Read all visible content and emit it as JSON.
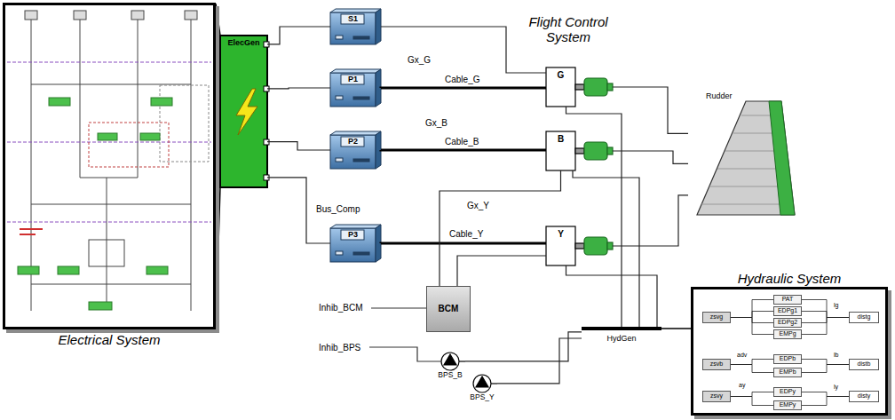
{
  "diagram": {
    "nodes": [
      {
        "text": [
          "Electrical System"
        ]
      },
      {
        "text": [
          "ElecGen"
        ]
      },
      {
        "text": [
          "S1"
        ]
      },
      {
        "text": [
          "P1"
        ]
      },
      {
        "text": [
          "P2"
        ]
      },
      {
        "text": [
          "P3"
        ]
      },
      {
        "text": [
          "G"
        ]
      },
      {
        "text": [
          "B"
        ]
      },
      {
        "text": [
          "Y"
        ]
      },
      {
        "text": [
          "Rudder"
        ]
      },
      {
        "text": [
          "BCM"
        ]
      },
      {
        "text": [
          "BPS_B"
        ]
      },
      {
        "text": [
          "BPS_Y"
        ]
      },
      {
        "text": [
          "HydGen"
        ]
      },
      {
        "text": [
          "Hydraulic System"
        ]
      },
      {
        "text": [
          "zsvg"
        ],
        "in": 14
      },
      {
        "text": [
          "PAT"
        ],
        "in": 14
      },
      {
        "text": [
          "EDPg1"
        ],
        "in": 14
      },
      {
        "text": [
          "EDPg2"
        ],
        "in": 14
      },
      {
        "text": [
          "EMPg"
        ],
        "in": 14
      },
      {
        "text": [
          "distg"
        ],
        "in": 14
      },
      {
        "text": [
          "zsvb"
        ],
        "in": 14
      },
      {
        "text": [
          "EDPb"
        ],
        "in": 14
      },
      {
        "text": [
          "EMPb"
        ],
        "in": 14
      },
      {
        "text": [
          "distb"
        ],
        "in": 14
      },
      {
        "text": [
          "zsvy"
        ],
        "in": 14
      },
      {
        "text": [
          "EDPy"
        ],
        "in": 14
      },
      {
        "text": [
          "EMPy"
        ],
        "in": 14
      },
      {
        "text": [
          "disty"
        ],
        "in": 14
      }
    ],
    "edges": [
      {
        "from": 1,
        "to": 2,
        "arrow": "none"
      },
      {
        "from": 1,
        "to": 3,
        "arrow": "none"
      },
      {
        "from": 1,
        "to": 4,
        "arrow": "none"
      },
      {
        "from": 1,
        "to": 5,
        "arrow": "none"
      },
      {
        "from": 2,
        "to": 6,
        "arrow": "none"
      },
      {
        "from": 3,
        "to": 6,
        "arrow": "none"
      },
      {
        "from": 4,
        "to": 7,
        "arrow": "none"
      },
      {
        "from": 5,
        "to": 8,
        "arrow": "none"
      },
      {
        "from": 6,
        "to": 9,
        "arrow": "none"
      },
      {
        "from": 7,
        "to": 9,
        "arrow": "none"
      },
      {
        "from": 8,
        "to": 9,
        "arrow": "none"
      },
      {
        "from": 10,
        "to": 7,
        "arrow": "none"
      },
      {
        "from": 10,
        "to": 8,
        "arrow": "none"
      },
      {
        "from": 11,
        "to": 13,
        "arrow": "none"
      },
      {
        "from": 12,
        "to": 13,
        "arrow": "none"
      },
      {
        "from": 13,
        "to": 6,
        "arrow": "none"
      },
      {
        "from": 13,
        "to": 7,
        "arrow": "none"
      },
      {
        "from": 13,
        "to": 8,
        "arrow": "none"
      },
      {
        "from": 15,
        "to": 16,
        "arrow": "none"
      },
      {
        "from": 15,
        "to": 17,
        "arrow": "none"
      },
      {
        "from": 15,
        "to": 18,
        "arrow": "none"
      },
      {
        "from": 15,
        "to": 19,
        "arrow": "none"
      },
      {
        "from": 16,
        "to": 20,
        "arrow": "none"
      },
      {
        "from": 17,
        "to": 20,
        "arrow": "none"
      },
      {
        "from": 18,
        "to": 20,
        "arrow": "none"
      },
      {
        "from": 19,
        "to": 20,
        "arrow": "none"
      },
      {
        "from": 21,
        "to": 22,
        "arrow": "none"
      },
      {
        "from": 21,
        "to": 23,
        "arrow": "none"
      },
      {
        "from": 22,
        "to": 24,
        "arrow": "none"
      },
      {
        "from": 23,
        "to": 24,
        "arrow": "none"
      },
      {
        "from": 25,
        "to": 26,
        "arrow": "none"
      },
      {
        "from": 25,
        "to": 27,
        "arrow": "none"
      },
      {
        "from": 26,
        "to": 28,
        "arrow": "none"
      },
      {
        "from": 27,
        "to": 28,
        "arrow": "none"
      }
    ],
    "labels": [
      "Flight Control System",
      "Gx_G",
      "Cable_G",
      "Gx_B",
      "Cable_B",
      "Gx_Y",
      "Cable_Y",
      "Bus_Comp",
      "Inhib_BCM",
      "Inhib_BPS",
      "lg",
      "adv",
      "lb",
      "ay",
      "ly"
    ]
  }
}
